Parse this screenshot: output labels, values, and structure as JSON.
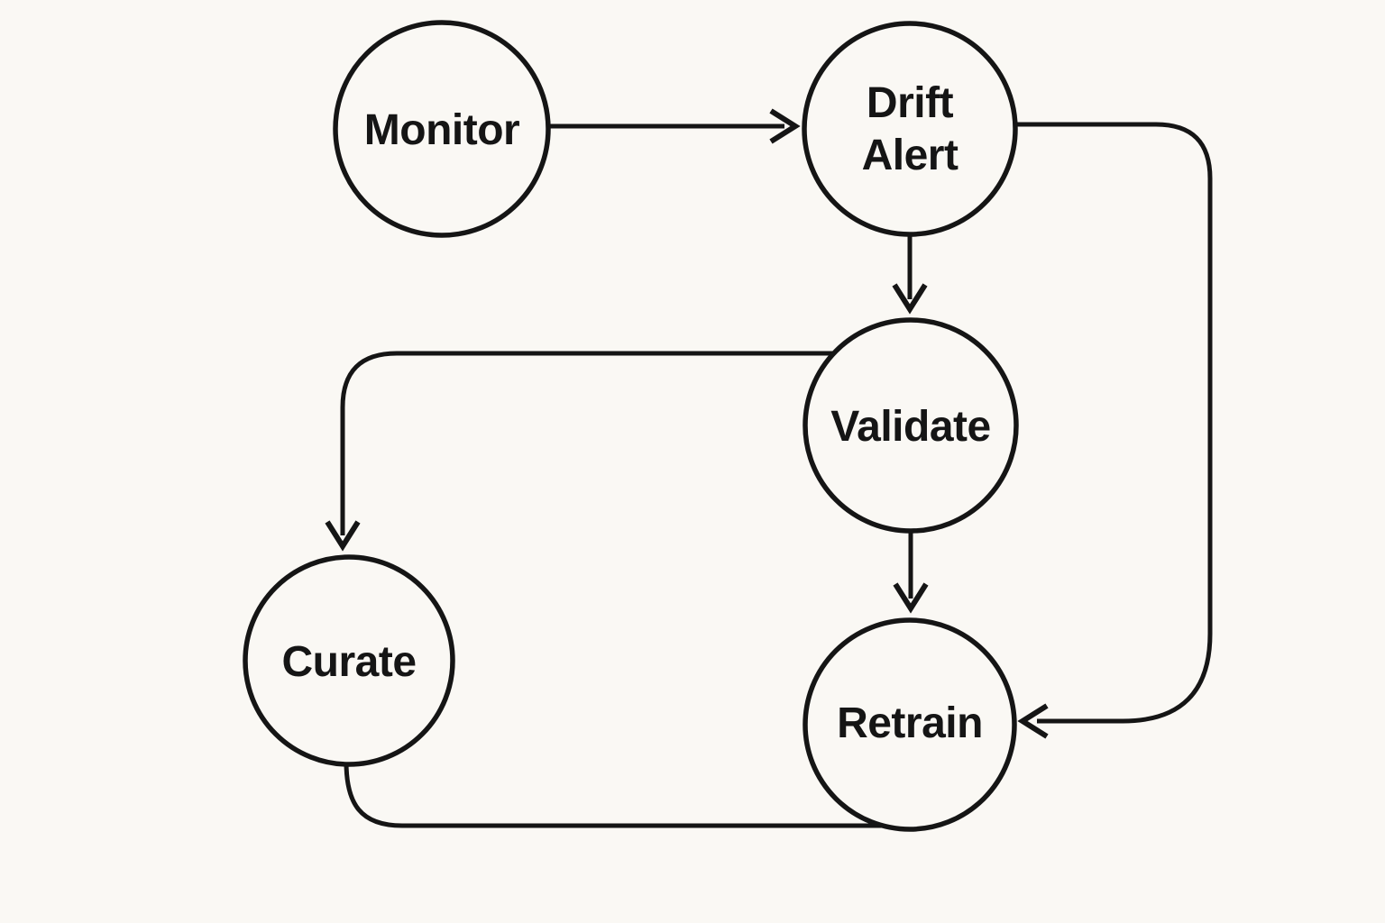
{
  "diagram": {
    "type": "flowchart",
    "description": "ML model maintenance loop diagram with five circular nodes connected by arrows",
    "colors": {
      "background": "#faf8f4",
      "stroke": "#151515",
      "text": "#151515"
    },
    "nodes": [
      {
        "id": "monitor",
        "label": "Monitor"
      },
      {
        "id": "drift-alert",
        "label": "Drift Alert",
        "line1": "Drift",
        "line2": "Alert"
      },
      {
        "id": "validate",
        "label": "Validate"
      },
      {
        "id": "curate",
        "label": "Curate"
      },
      {
        "id": "retrain",
        "label": "Retrain"
      }
    ],
    "edges": [
      {
        "from": "Monitor",
        "to": "Drift Alert",
        "arrow": true,
        "route": "straight horizontal"
      },
      {
        "from": "Drift Alert",
        "to": "Validate",
        "arrow": true,
        "route": "straight vertical"
      },
      {
        "from": "Drift Alert",
        "to": "Retrain",
        "arrow": true,
        "route": "right side, rounded corners, enters Retrain from right"
      },
      {
        "from": "Validate",
        "to": "Curate",
        "arrow": true,
        "route": "left then down, rounded corner, enters Curate from top"
      },
      {
        "from": "Validate",
        "to": "Retrain",
        "arrow": true,
        "route": "straight vertical"
      },
      {
        "from": "Curate",
        "to": "Retrain",
        "arrow": false,
        "route": "bottom, rounded corner, joins Retrain lower-left"
      }
    ]
  }
}
